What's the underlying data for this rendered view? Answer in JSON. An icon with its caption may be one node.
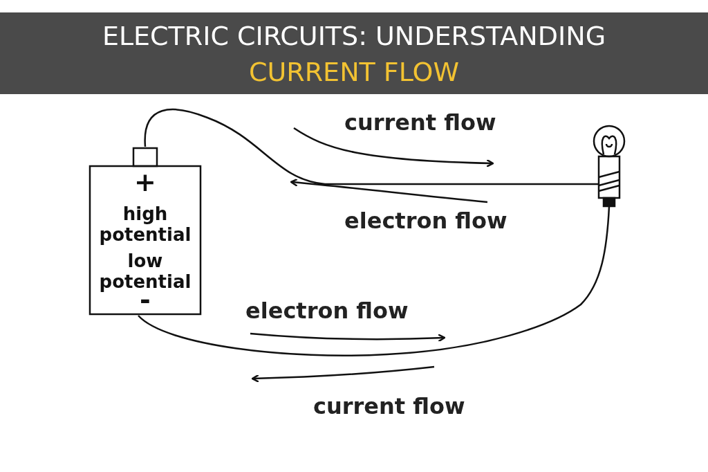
{
  "diagram": {
    "title": "ELECTRIC CIRCUITS: UNDERSTANDING CURRENT FLOW",
    "nodes": [
      {
        "text": [
          "+",
          "high potential",
          "low potential",
          "-"
        ]
      },
      {
        "text": [],
        "shape": "picture"
      }
    ],
    "edges": [
      {
        "from": 0,
        "to": 1,
        "arrow": "none"
      },
      {
        "from": 0,
        "to": 1,
        "arrow": "none"
      }
    ],
    "labels": [
      "current flow",
      "electron flow",
      "electron flow",
      "current flow"
    ]
  }
}
